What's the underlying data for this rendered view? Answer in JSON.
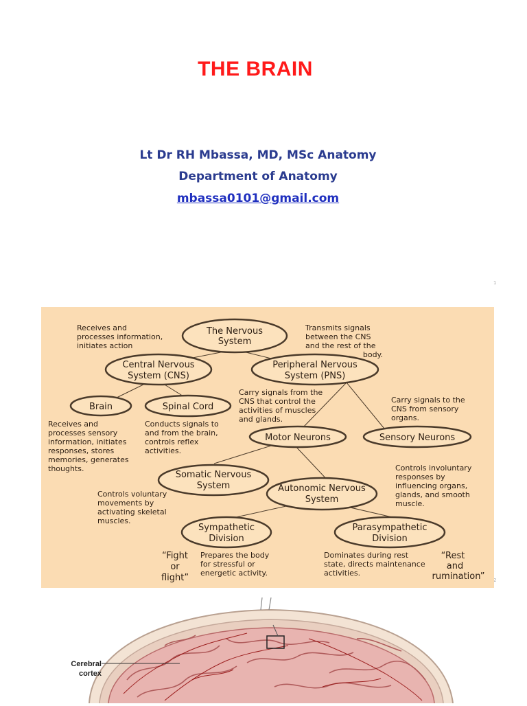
{
  "title": "THE BRAIN",
  "author": {
    "name": "Lt Dr RH Mbassa, MD, MSc Anatomy",
    "department": "Department of Anatomy",
    "email": "mbassa0101@gmail.com"
  },
  "page_numbers": [
    "1",
    "2"
  ],
  "diagram": {
    "nodes": {
      "nervous_system": [
        "The Nervous",
        "System"
      ],
      "cns": [
        "Central Nervous",
        "System (CNS)"
      ],
      "pns": [
        "Peripheral Nervous",
        "System (PNS)"
      ],
      "brain": [
        "Brain"
      ],
      "spinal_cord": [
        "Spinal Cord"
      ],
      "motor": [
        "Motor Neurons"
      ],
      "sensory": [
        "Sensory Neurons"
      ],
      "somatic": [
        "Somatic Nervous",
        "System"
      ],
      "autonomic": [
        "Autonomic Nervous",
        "System"
      ],
      "sympathetic": [
        "Sympathetic",
        "Division"
      ],
      "parasympathetic": [
        "Parasympathetic",
        "Division"
      ]
    },
    "notes": {
      "ns_left": [
        "Receives and",
        "processes information,",
        "initiates action"
      ],
      "ns_right": [
        "Transmits signals",
        "between the CNS",
        "and the rest of the",
        "body."
      ],
      "brain": [
        "Receives and",
        "processes sensory",
        "information, initiates",
        "responses, stores",
        "memories, generates",
        "thoughts."
      ],
      "spinal": [
        "Conducts signals to",
        "and from the brain,",
        "controls reflex",
        "activities."
      ],
      "motor": [
        "Carry signals from the",
        "CNS that control the",
        "activities of muscles",
        "and glands."
      ],
      "sensory": [
        "Carry signals to the",
        "CNS from sensory",
        "organs."
      ],
      "autonomic": [
        "Controls involuntary",
        "responses by",
        "influencing organs,",
        "glands, and smooth",
        "muscle."
      ],
      "somatic": [
        "Controls voluntary",
        "movements by",
        "activating skeletal",
        "muscles."
      ],
      "sympathetic": [
        "Prepares the body",
        "for stressful or",
        "energetic activity."
      ],
      "parasympathetic": [
        "Dominates during rest",
        "state, directs maintenance",
        "activities."
      ],
      "fight": [
        "“Fight",
        "or",
        "flight”"
      ],
      "rest": [
        "“Rest",
        "and",
        "rumination”"
      ]
    }
  },
  "brain_figure": {
    "label": [
      "Cerebral",
      "cortex"
    ]
  },
  "colors": {
    "title": "#ff1a1a",
    "author": "#2a3b8f",
    "panel": "#fbdcb3",
    "ellipse_fill": "#fce2bd",
    "ellipse_stroke": "#4a3a2a"
  }
}
